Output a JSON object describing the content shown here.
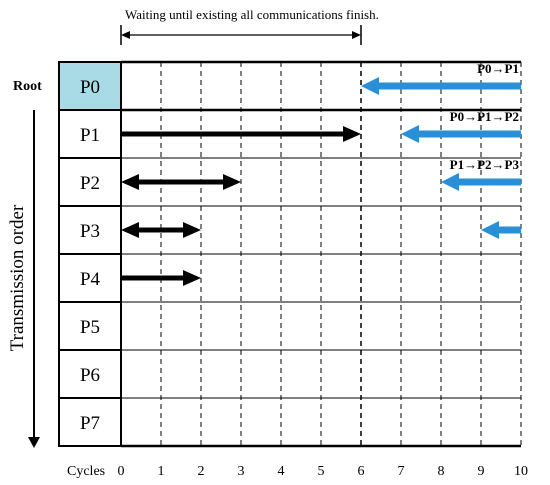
{
  "annotation": "Waiting until existing all communications finish.",
  "root_label": "Root",
  "vertical_axis_label": "Transmission order",
  "x_axis_label": "Cycles",
  "x_ticks": [
    "0",
    "1",
    "2",
    "3",
    "4",
    "5",
    "6",
    "7",
    "8",
    "9",
    "10"
  ],
  "wait_interval": [
    0,
    6
  ],
  "processes": [
    {
      "label": "P0",
      "highlight": true
    },
    {
      "label": "P1",
      "highlight": false
    },
    {
      "label": "P2",
      "highlight": false
    },
    {
      "label": "P3",
      "highlight": false
    },
    {
      "label": "P4",
      "highlight": false
    },
    {
      "label": "P5",
      "highlight": false
    },
    {
      "label": "P6",
      "highlight": false
    },
    {
      "label": "P7",
      "highlight": false
    }
  ],
  "black_arrows": [
    {
      "row": 1,
      "from": 0,
      "to": 6,
      "double": false
    },
    {
      "row": 2,
      "from": 0,
      "to": 3,
      "double": true
    },
    {
      "row": 3,
      "from": 0,
      "to": 2,
      "double": true
    },
    {
      "row": 4,
      "from": 0,
      "to": 2,
      "double": false
    }
  ],
  "blue_arrows": [
    {
      "row": 0,
      "from": 10,
      "to": 6,
      "label": "P0→P1"
    },
    {
      "row": 1,
      "from": 10,
      "to": 7,
      "label": "P0→P1→P2"
    },
    {
      "row": 2,
      "from": 10,
      "to": 8,
      "label": "P1→P2→P3"
    },
    {
      "row": 3,
      "from": 10,
      "to": 9,
      "label": ""
    }
  ],
  "colors": {
    "highlight_cell": "#a8dbe6",
    "blue_arrow": "#2a8fd6",
    "black_arrow": "#000000"
  }
}
